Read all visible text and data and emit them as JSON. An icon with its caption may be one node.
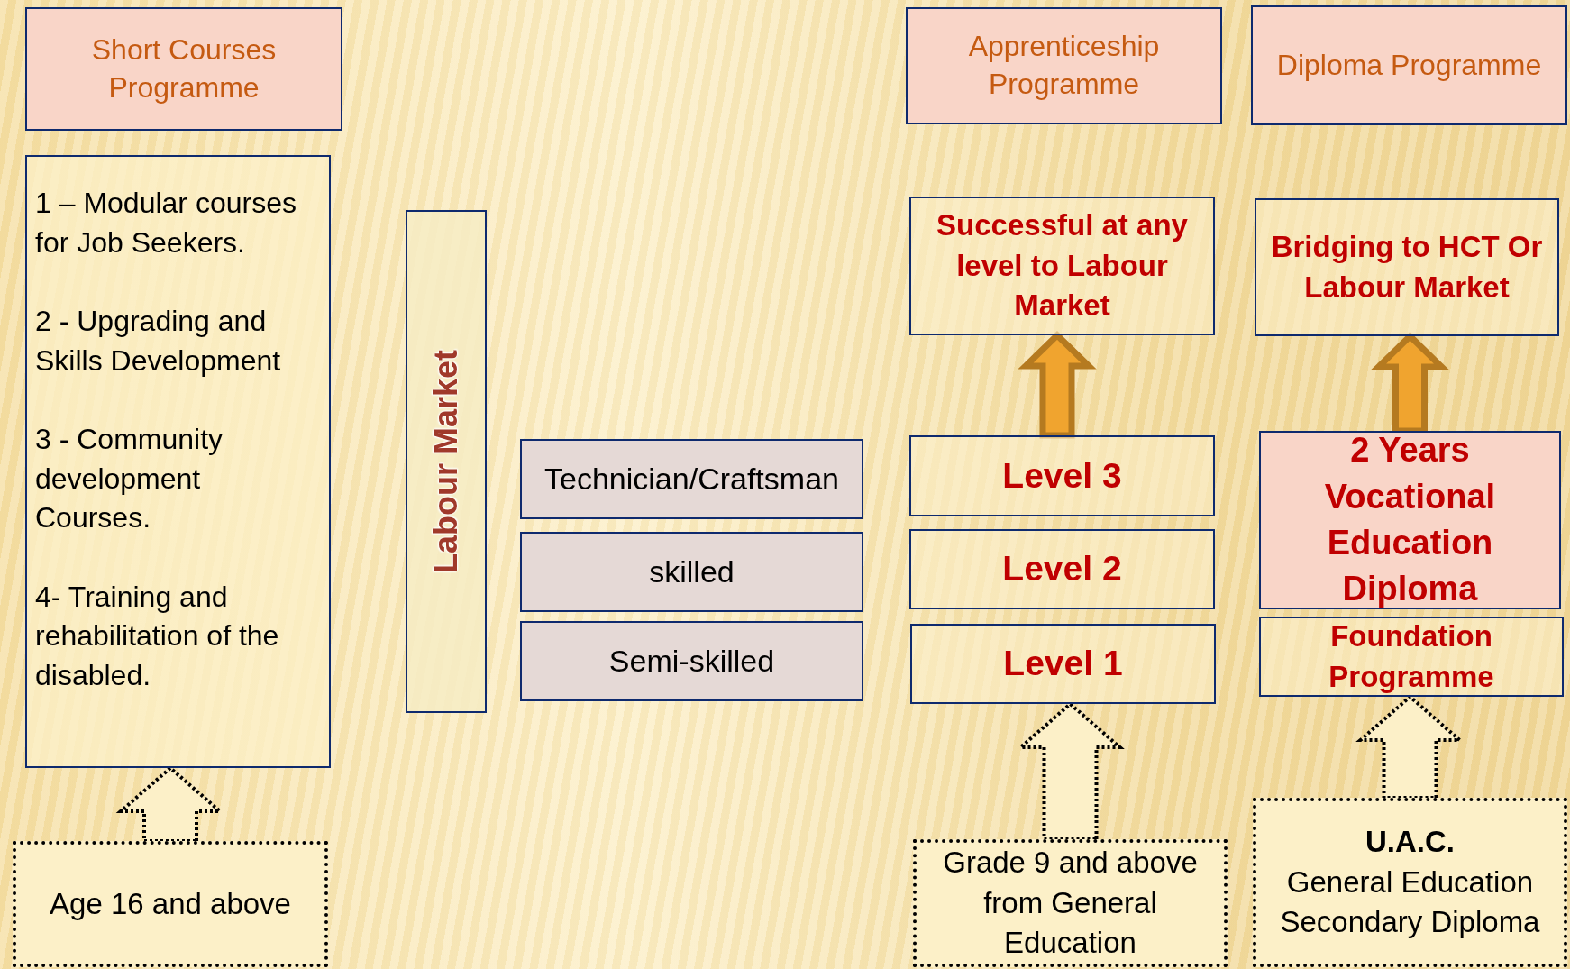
{
  "diagram": {
    "nodes": [
      {
        "text": [
          "Short Courses Programme"
        ]
      },
      {
        "text": [
          "1 – Modular courses for  Job Seekers.",
          "2 - Upgrading and Skills Development",
          "3 - Community development Courses.",
          "4- Training and rehabilitation of the disabled."
        ]
      },
      {
        "text": [
          "Labour Market"
        ]
      },
      {
        "text": [
          "Technician/Craftsman"
        ]
      },
      {
        "text": [
          "skilled"
        ]
      },
      {
        "text": [
          "Semi-skilled"
        ]
      },
      {
        "text": [
          "Apprenticeship Programme"
        ]
      },
      {
        "text": [
          "Diploma Programme"
        ]
      },
      {
        "text": [
          "Successful at any level to Labour Market"
        ]
      },
      {
        "text": [
          "Bridging to HCT Or Labour Market"
        ]
      },
      {
        "text": [
          "Level 3"
        ]
      },
      {
        "text": [
          "Level 2"
        ]
      },
      {
        "text": [
          "Level 1"
        ]
      },
      {
        "text": [
          "2 Years Vocational Education Diploma"
        ]
      },
      {
        "text": [
          "Foundation Programme"
        ]
      },
      {
        "text": [
          "Age 16 and above"
        ]
      },
      {
        "text": [
          "Grade 9 and above from General Education"
        ]
      },
      {
        "text": [
          "U.A.C.",
          "General Education Secondary Diploma"
        ]
      }
    ],
    "edges": [
      {
        "from": 10,
        "to": 8,
        "arrow": "to"
      },
      {
        "from": 13,
        "to": 9,
        "arrow": "to"
      },
      {
        "from": 15,
        "to": 1,
        "arrow": "to",
        "style": "dashed"
      },
      {
        "from": 16,
        "to": 12,
        "arrow": "to",
        "style": "dashed"
      },
      {
        "from": 17,
        "to": 14,
        "arrow": "to",
        "style": "dashed"
      }
    ]
  }
}
